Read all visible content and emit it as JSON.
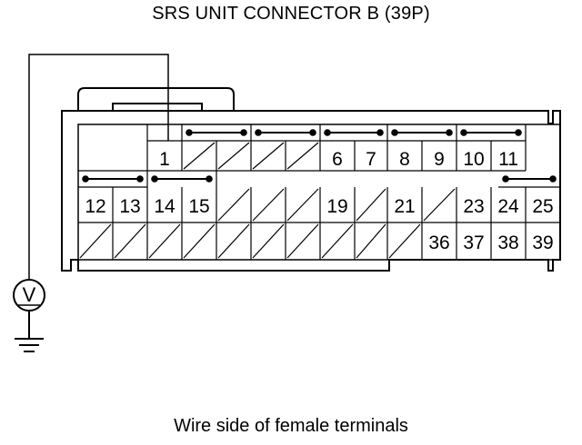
{
  "title": "SRS UNIT CONNECTOR B (39P)",
  "caption": "Wire side of female terminals",
  "voltmeter_symbol": "V",
  "pins": {
    "p1": "1",
    "p6": "6",
    "p7": "7",
    "p8": "8",
    "p9": "9",
    "p10": "10",
    "p11": "11",
    "p12": "12",
    "p13": "13",
    "p14": "14",
    "p15": "15",
    "p19": "19",
    "p21": "21",
    "p23": "23",
    "p24": "24",
    "p25": "25",
    "p36": "36",
    "p37": "37",
    "p38": "38",
    "p39": "39"
  }
}
